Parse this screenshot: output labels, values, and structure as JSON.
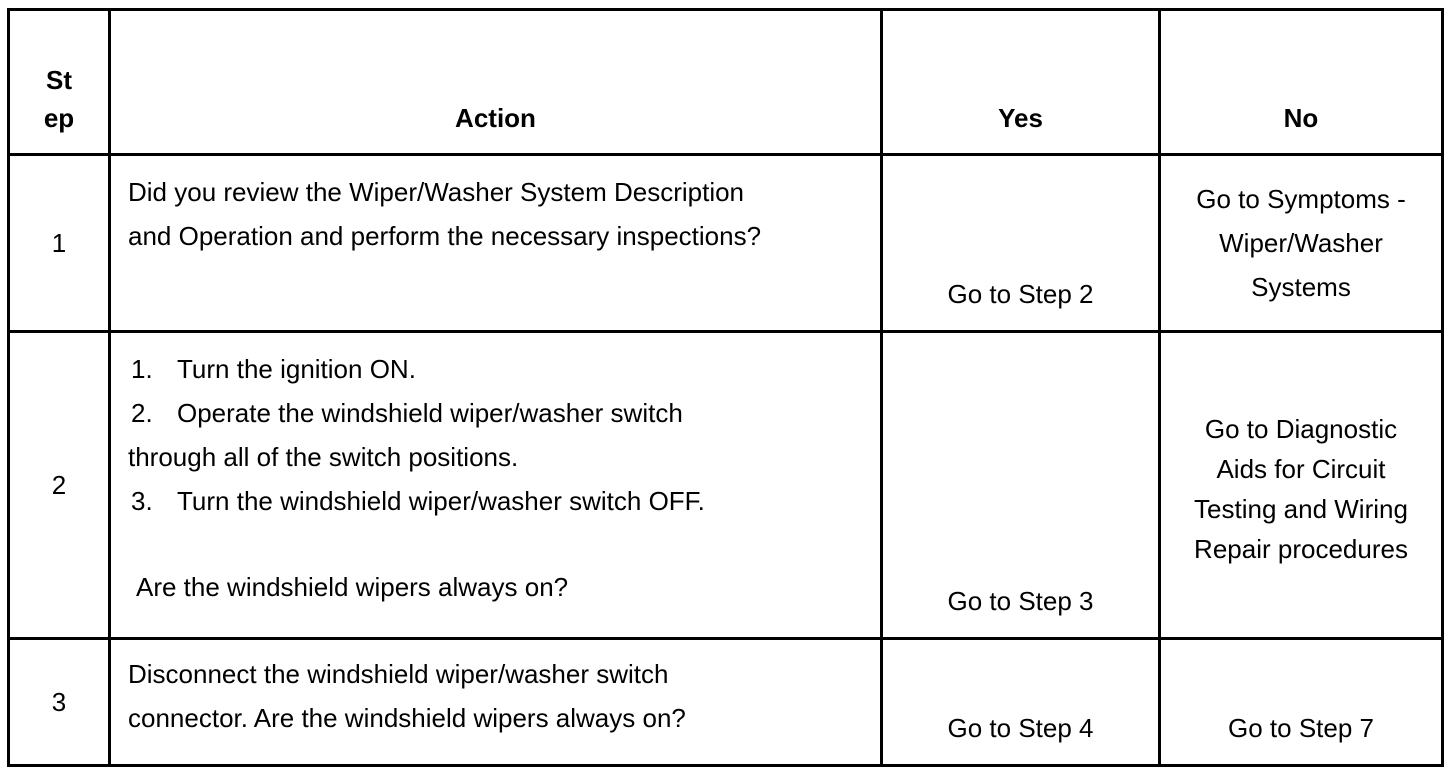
{
  "table": {
    "headers": {
      "step_line1": "St",
      "step_line2": "ep",
      "action": "Action",
      "yes": "Yes",
      "no": "No"
    },
    "rows": [
      {
        "step": "1",
        "action_line1": "Did you review the Wiper/Washer System Description",
        "action_line2": "and Operation and perform the necessary inspections?",
        "yes": "Go to Step 2",
        "no_line1": "Go to Symptoms -",
        "no_line2": "Wiper/Washer",
        "no_line3": "Systems"
      },
      {
        "step": "2",
        "items": [
          {
            "num": "1.",
            "text": "Turn the ignition ON."
          },
          {
            "num": "2.",
            "text": "Operate the windshield wiper/washer switch"
          },
          {
            "num": "",
            "text": "through all of the switch positions."
          },
          {
            "num": "3.",
            "text": "Turn the windshield wiper/washer switch OFF."
          }
        ],
        "question": "Are the windshield wipers always on?",
        "yes": "Go to Step 3",
        "no_line1": "Go to Diagnostic",
        "no_line2": "Aids for Circuit",
        "no_line3": "Testing and Wiring",
        "no_line4": "Repair procedures"
      },
      {
        "step": "3",
        "action_line1": "Disconnect the windshield wiper/washer switch",
        "action_line2": "connector. Are the windshield wipers always on?",
        "yes": "Go to Step 4",
        "no": "Go to Step 7"
      }
    ]
  }
}
